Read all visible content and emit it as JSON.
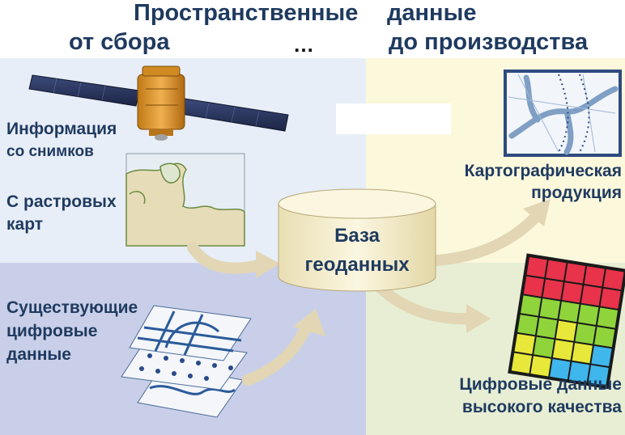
{
  "title": {
    "line1_left": "Пространственные",
    "line1_right": "данные",
    "line2_left": "от сбора",
    "line2_mid": "…",
    "line2_right": "до производства"
  },
  "sources": {
    "satellite": [
      "Информация",
      "со снимков"
    ],
    "raster": [
      "С растровых",
      "карт"
    ],
    "digital": [
      "Существующие",
      "цифровые",
      "данные"
    ]
  },
  "database": [
    "База",
    "геоданных"
  ],
  "products": {
    "cartographic": [
      "Картографическая",
      "продукция"
    ],
    "digital_hq": [
      "Цифровые данные",
      "высокого качества"
    ]
  },
  "colors": {
    "title_text": "#1f3a5f",
    "panel_top_left": "#e8eef8",
    "panel_bottom_left": "#c9cfe8",
    "panel_top_right": "#fbf8dc",
    "panel_bottom_right": "#e7eed4",
    "arrow": "#e6dcc0",
    "db_fill": "#f6efcf"
  },
  "grid_colors": [
    [
      "#e8334a",
      "#e8334a",
      "#e8334a",
      "#e8334a",
      "#e8334a"
    ],
    [
      "#e8334a",
      "#e8334a",
      "#e8334a",
      "#e8334a",
      "#e8334a"
    ],
    [
      "#8fd43a",
      "#8fd43a",
      "#8fd43a",
      "#8fd43a",
      "#8fd43a"
    ],
    [
      "#8fd43a",
      "#8fd43a",
      "#e8e83a",
      "#8fd43a",
      "#8fd43a"
    ],
    [
      "#e8e83a",
      "#8fd43a",
      "#e8e83a",
      "#e8e83a",
      "#3fb6ec"
    ],
    [
      "#e8e83a",
      "#e8e83a",
      "#3fb6ec",
      "#3fb6ec",
      "#3fb6ec"
    ]
  ]
}
